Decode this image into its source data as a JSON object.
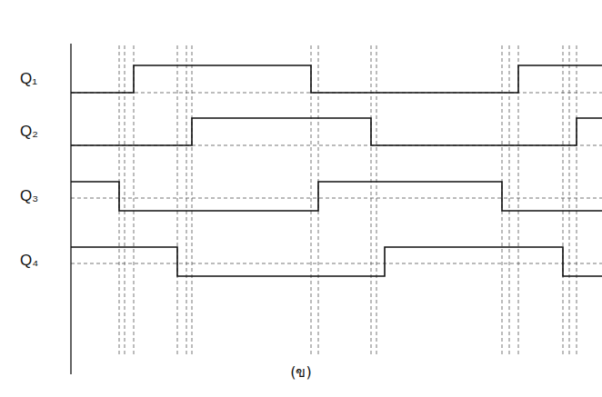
{
  "diagram": {
    "caption": "(ข)",
    "labels": [
      "Q₁",
      "Q₂",
      "Q₃",
      "Q₄"
    ]
  }
}
